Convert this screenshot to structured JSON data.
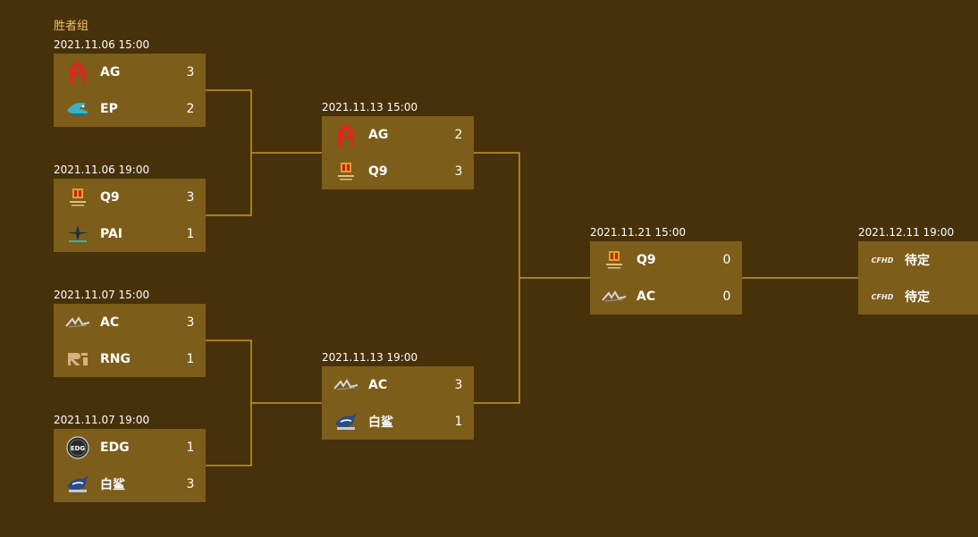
{
  "group_title": "胜者组",
  "colors": {
    "background": "#47310a",
    "card": "#7d5d1a",
    "line": "#c8962c",
    "group_title": "#f0c060"
  },
  "matches": [
    {
      "date": "2021.11.06 15:00",
      "teams": [
        {
          "name": "AG",
          "score": "3",
          "logo": "ag-logo-icon"
        },
        {
          "name": "EP",
          "score": "2",
          "logo": "ep-logo-icon"
        }
      ]
    },
    {
      "date": "2021.11.06 19:00",
      "teams": [
        {
          "name": "Q9",
          "score": "3",
          "logo": "q9-logo-icon"
        },
        {
          "name": "PAI",
          "score": "1",
          "logo": "pai-logo-icon"
        }
      ]
    },
    {
      "date": "2021.11.07 15:00",
      "teams": [
        {
          "name": "AC",
          "score": "3",
          "logo": "ac-logo-icon"
        },
        {
          "name": "RNG",
          "score": "1",
          "logo": "rng-logo-icon"
        }
      ]
    },
    {
      "date": "2021.11.07 19:00",
      "teams": [
        {
          "name": "EDG",
          "score": "1",
          "logo": "edg-logo-icon"
        },
        {
          "name": "白鲨",
          "score": "3",
          "logo": "baisha-logo-icon"
        }
      ]
    },
    {
      "date": "2021.11.13 15:00",
      "teams": [
        {
          "name": "AG",
          "score": "2",
          "logo": "ag-logo-icon"
        },
        {
          "name": "Q9",
          "score": "3",
          "logo": "q9-logo-icon"
        }
      ]
    },
    {
      "date": "2021.11.13 19:00",
      "teams": [
        {
          "name": "AC",
          "score": "3",
          "logo": "ac-logo-icon"
        },
        {
          "name": "白鲨",
          "score": "1",
          "logo": "baisha-logo-icon"
        }
      ]
    },
    {
      "date": "2021.11.21 15:00",
      "teams": [
        {
          "name": "Q9",
          "score": "0",
          "logo": "q9-logo-icon"
        },
        {
          "name": "AC",
          "score": "0",
          "logo": "ac-logo-icon"
        }
      ]
    },
    {
      "date": "2021.12.11 19:00",
      "teams": [
        {
          "name": "待定",
          "score": "",
          "logo": "cfhd-logo-icon"
        },
        {
          "name": "待定",
          "score": "",
          "logo": "cfhd-logo-icon"
        }
      ]
    }
  ]
}
